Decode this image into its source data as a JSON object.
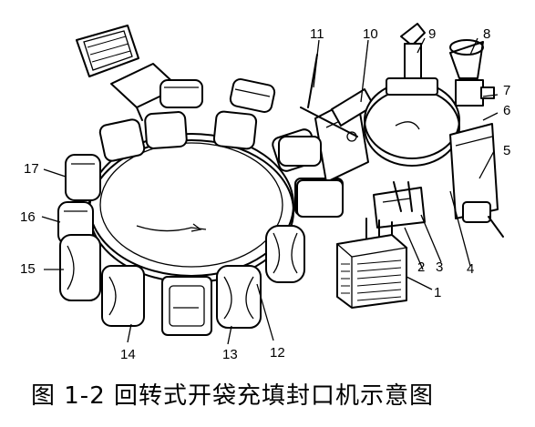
{
  "caption": "图 1-2 回转式开袋充填封口机示意图",
  "callouts": {
    "c1": "1",
    "c2": "2",
    "c3": "3",
    "c4": "4",
    "c5": "5",
    "c6": "6",
    "c7": "7",
    "c8": "8",
    "c9": "9",
    "c10": "10",
    "c11": "11",
    "c12": "12",
    "c13": "13",
    "c14": "14",
    "c15": "15",
    "c16": "16",
    "c17": "17"
  }
}
